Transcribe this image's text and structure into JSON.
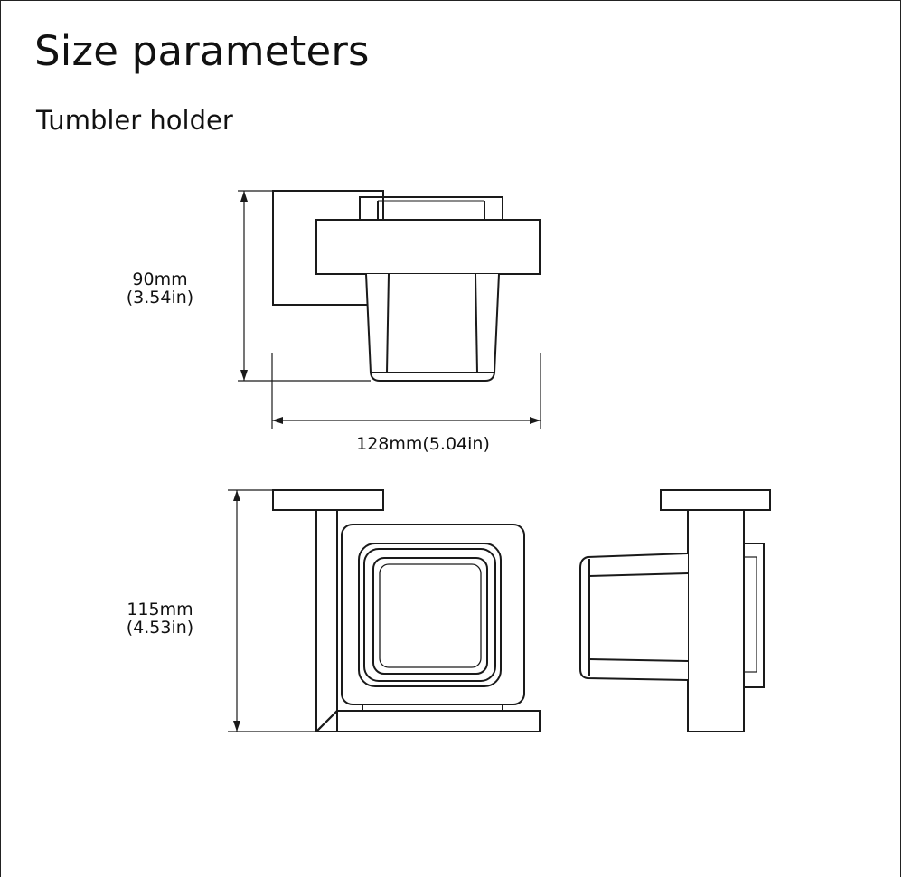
{
  "header": {
    "title": "Size parameters",
    "subtitle": "Tumbler holder"
  },
  "dimensions": {
    "height_top": {
      "mm": "90mm",
      "in": "(3.54in)"
    },
    "width": {
      "label": "128mm(5.04in)"
    },
    "height_bottom": {
      "mm": "115mm",
      "in": "(4.53in)"
    }
  },
  "colors": {
    "line": "#1a1a1a",
    "background": "#ffffff"
  }
}
